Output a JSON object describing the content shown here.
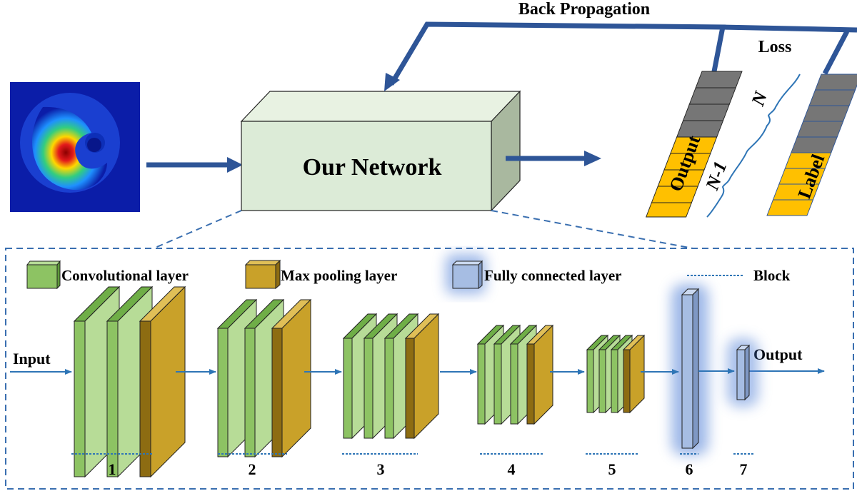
{
  "top": {
    "back_propagation": "Back Propagation",
    "loss": "Loss",
    "network": "Our Network",
    "output": "Output",
    "label": "Label",
    "n": "N",
    "n_minus_1": "N-1"
  },
  "legend": {
    "conv": "Convolutional layer",
    "pool": "Max pooling layer",
    "fc": "Fully connected layer",
    "block": "Block"
  },
  "detail": {
    "input": "Input",
    "output": "Output",
    "blocks": [
      "1",
      "2",
      "3",
      "4",
      "5",
      "6",
      "7"
    ]
  },
  "colors": {
    "arrow": "#2e5597",
    "conv_face": "#8dc363",
    "conv_dark": "#5e9a3a",
    "pool_face": "#c9a129",
    "pool_dark": "#8d6c12",
    "fc_face": "#a6bde3",
    "fc_glow": "#4f7fd6",
    "network_box": "#dcebd7",
    "gray_cell": "#767676",
    "gold_cell": "#ffc000",
    "dashed": "#3a6fb0"
  }
}
